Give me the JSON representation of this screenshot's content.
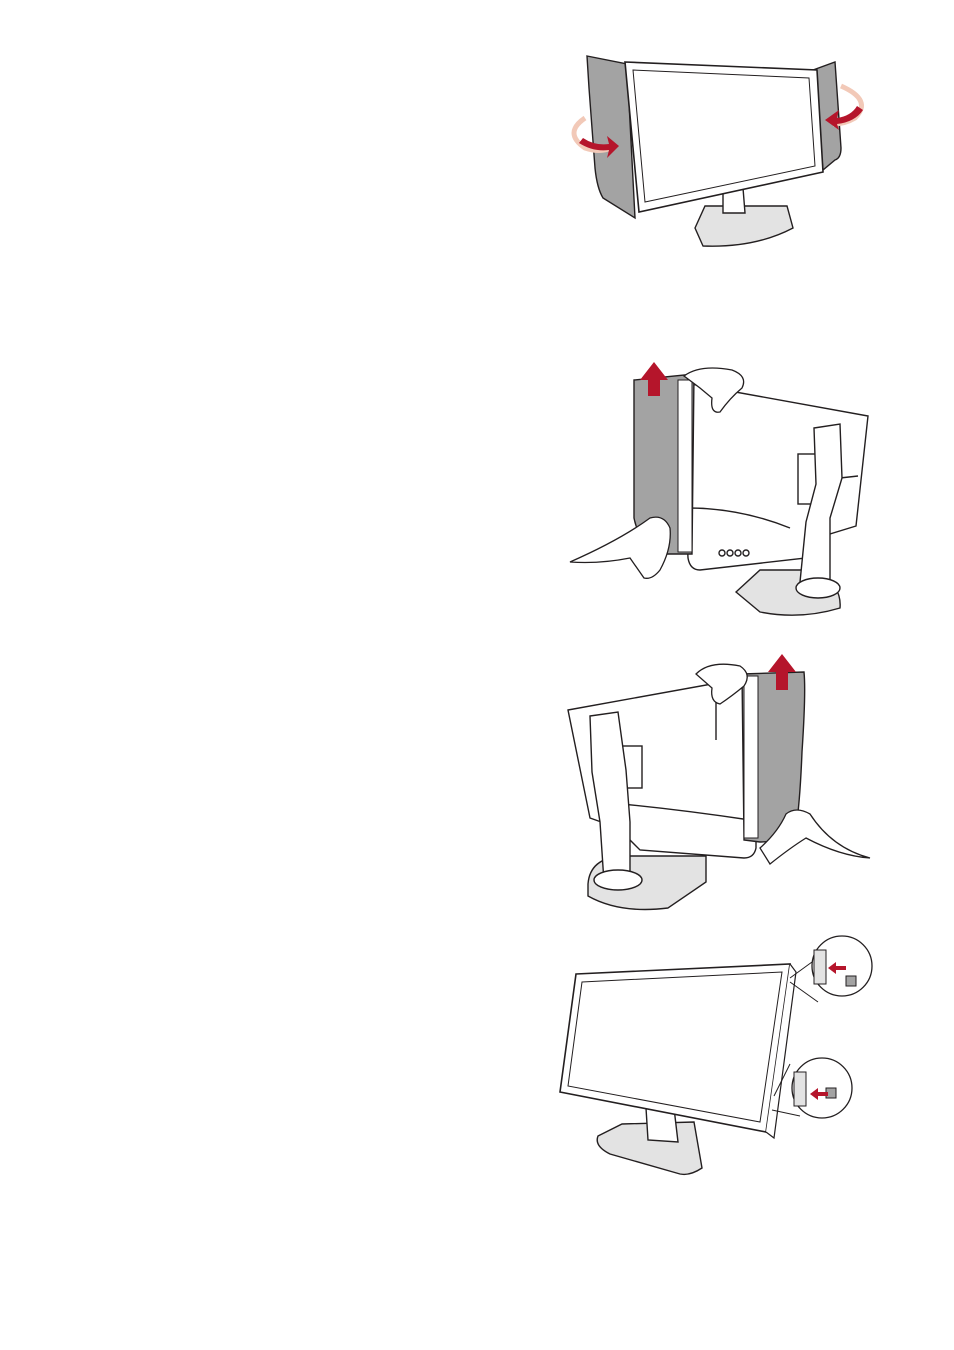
{
  "colors": {
    "line": "#231f20",
    "shield_fill": "#a3a3a3",
    "accent_red": "#b5152b",
    "light_arrow": "#f2c9b8",
    "stand_fill": "#e3e3e3",
    "white": "#ffffff"
  },
  "figures": [
    {
      "name": "shields-fold-figure",
      "icons": [
        "monitor-front-icon",
        "shield-left-icon",
        "shield-right-icon",
        "rotate-arrow-left-icon",
        "rotate-arrow-right-icon"
      ]
    },
    {
      "name": "remove-left-shield-figure",
      "icons": [
        "monitor-back-icon",
        "hand-icon",
        "up-arrow-icon"
      ]
    },
    {
      "name": "remove-right-shield-figure",
      "icons": [
        "monitor-back-icon",
        "hand-icon",
        "up-arrow-icon"
      ]
    },
    {
      "name": "cover-slots-figure",
      "icons": [
        "monitor-front-icon",
        "slot-cover-icon",
        "insert-arrow-icon"
      ]
    }
  ]
}
